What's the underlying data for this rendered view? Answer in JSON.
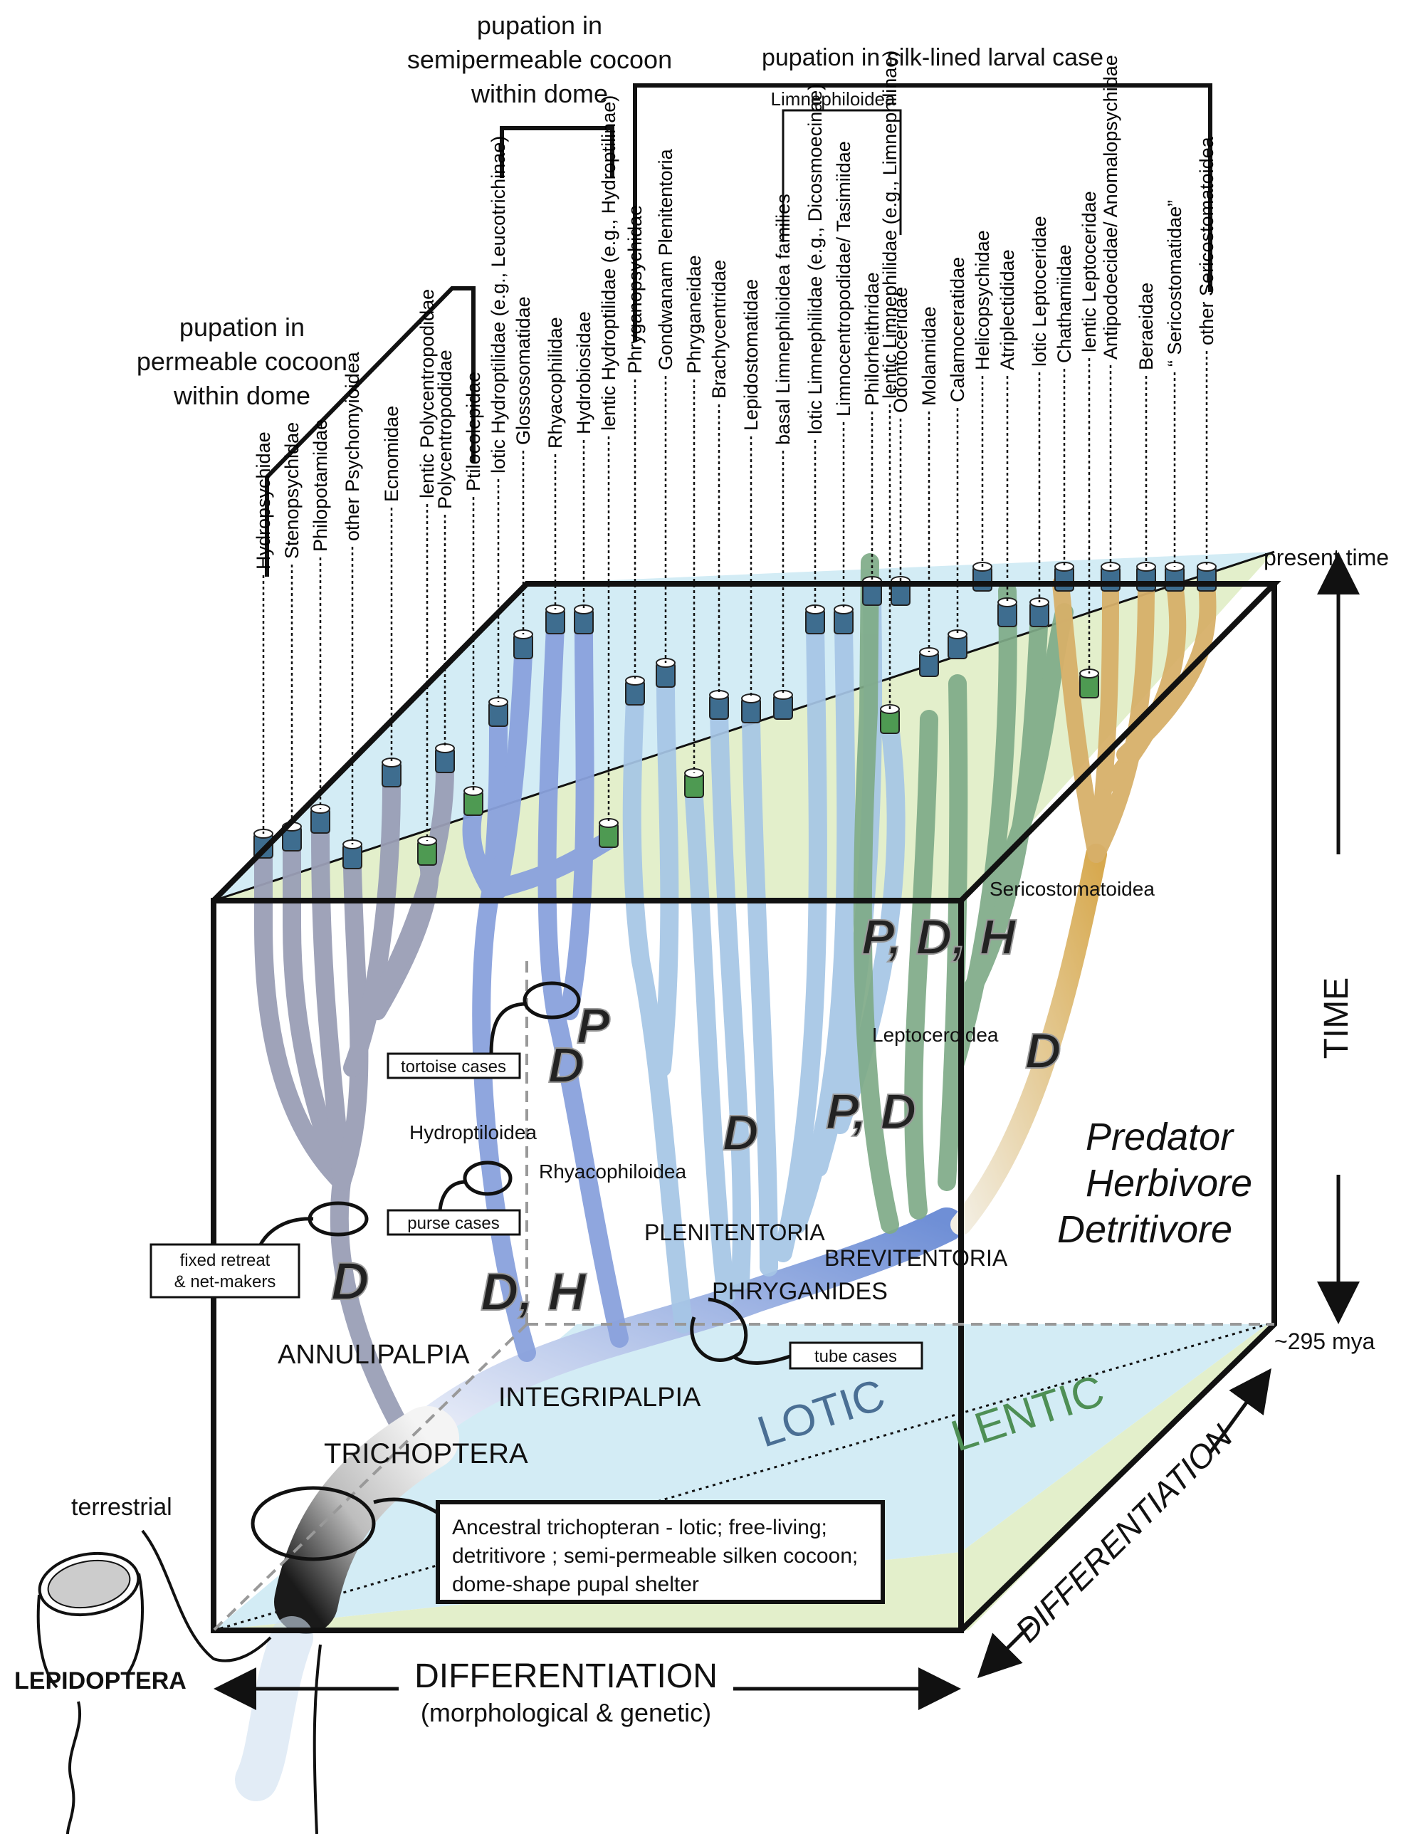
{
  "diagram": {
    "present_time_label": "present time",
    "mya_label": "~295 mya",
    "time_axis_label": "TIME",
    "diff_bottom_label": "DIFFERENTIATION",
    "diff_bottom_sub": "(morphological & genetic)",
    "diff_right_label": "DIFFERENTIATION",
    "lotic_label": "LOTIC",
    "lentic_label": "LENTIC",
    "terrestrial_label": "terrestrial",
    "lepidoptera_label": "LEPIDOPTERA",
    "trophic_legend": [
      "Predator",
      "Herbivore",
      "Detritivore"
    ],
    "ancestral_box_lines": [
      "Ancestral trichopteran - lotic; free-living;",
      "detritivore ;  semi-permeable silken cocoon;",
      "dome-shape pupal shelter"
    ],
    "clade_labels": {
      "trichoptera": "TRICHOPTERA",
      "annulipalpia": "ANNULIPALPIA",
      "integripalpia": "INTEGRIPALPIA",
      "phryganides": "PHRYGANIDES",
      "plenitentoria": "PLENITENTORIA",
      "brevitentoria": "BREVITENTORIA",
      "hydroptiloidea": "Hydroptiloidea",
      "rhyacophiloidea": "Rhyacophiloidea",
      "leptoceroidea": "Leptoceroidea",
      "sericostomatoidea": "Sericostomatoidea",
      "limnephiloidea": "Limnephiloidea"
    },
    "feature_boxes": {
      "fixed_retreat": [
        "fixed retreat",
        "& net-makers"
      ],
      "tortoise": "tortoise cases",
      "purse": "purse cases",
      "tube": "tube cases"
    },
    "trophic_marks": {
      "annulipalpia": "D",
      "integripalpia": "D, H",
      "hydroptiloidea_p": "P",
      "hydroptiloidea_d": "D",
      "plenitentoria": "D",
      "leptoceroidea": "P, D",
      "upper": "P, D, H",
      "sericostomatoidea": "D"
    },
    "pupation_labels": {
      "permeable": [
        "pupation in",
        "permeable cocoon",
        "within dome"
      ],
      "semipermeable": [
        "pupation in",
        "semipermeable cocoon",
        "within dome"
      ],
      "silk_lined": "pupation in silk-lined larval case"
    },
    "taxa": [
      "Hydropsychidae",
      "Stenopsychidae",
      "Philopotamidae",
      "other Psychomyioidea",
      "Ecnomidae",
      "lentic Polycentropodidae",
      "Polycentropodidae",
      "Ptilocolepidae",
      "lotic Hydroptilidae (e.g., Leucotrichinae)",
      "Glossosomatidae",
      "Rhyacophilidae",
      "Hydrobiosidae",
      "lentic Hydroptilidae (e.g., Hydroptilinae)",
      "Phryganopsychidae",
      "Gondwanam Plenitentoria",
      "Phryganeidae",
      "Brachycentridae",
      "Lepidostomatidae",
      "basal Limnephiloidea families",
      "lotic Limnephilidae (e.g., Dicosmoecinae)",
      "Limnocentropodidae/ Tasimiidae",
      "Philorheithridae",
      "lentic Limnephilidae (e.g., Limnephilinae)",
      "Odontoceridae",
      "Molannidae",
      "Calamoceratidae",
      "Helicopsychidae",
      "Atriplectididae",
      "lotic Leptoceridae",
      "Chathamiidae",
      "lentic Leptoceridae",
      "Antipodoecidae/ Anomalopsychidae",
      "Beraeidae",
      "“ Sericostomatidae”",
      "other Sericostomatoidea"
    ],
    "colors": {
      "lotic_blue": "#d3ecf5",
      "lentic_green": "#e3efcb",
      "annulipalpia_gray": "#8e93ad",
      "integripalpia_blue": "#7d97d8",
      "plenitentoria_blue": "#9dc1e4",
      "brevitentoria_green": "#6f9f7a",
      "sericostomatoidea_tan": "#d7b06a",
      "lotic_cap": "#3e6d8f",
      "lentic_cap": "#4e9a52"
    }
  }
}
